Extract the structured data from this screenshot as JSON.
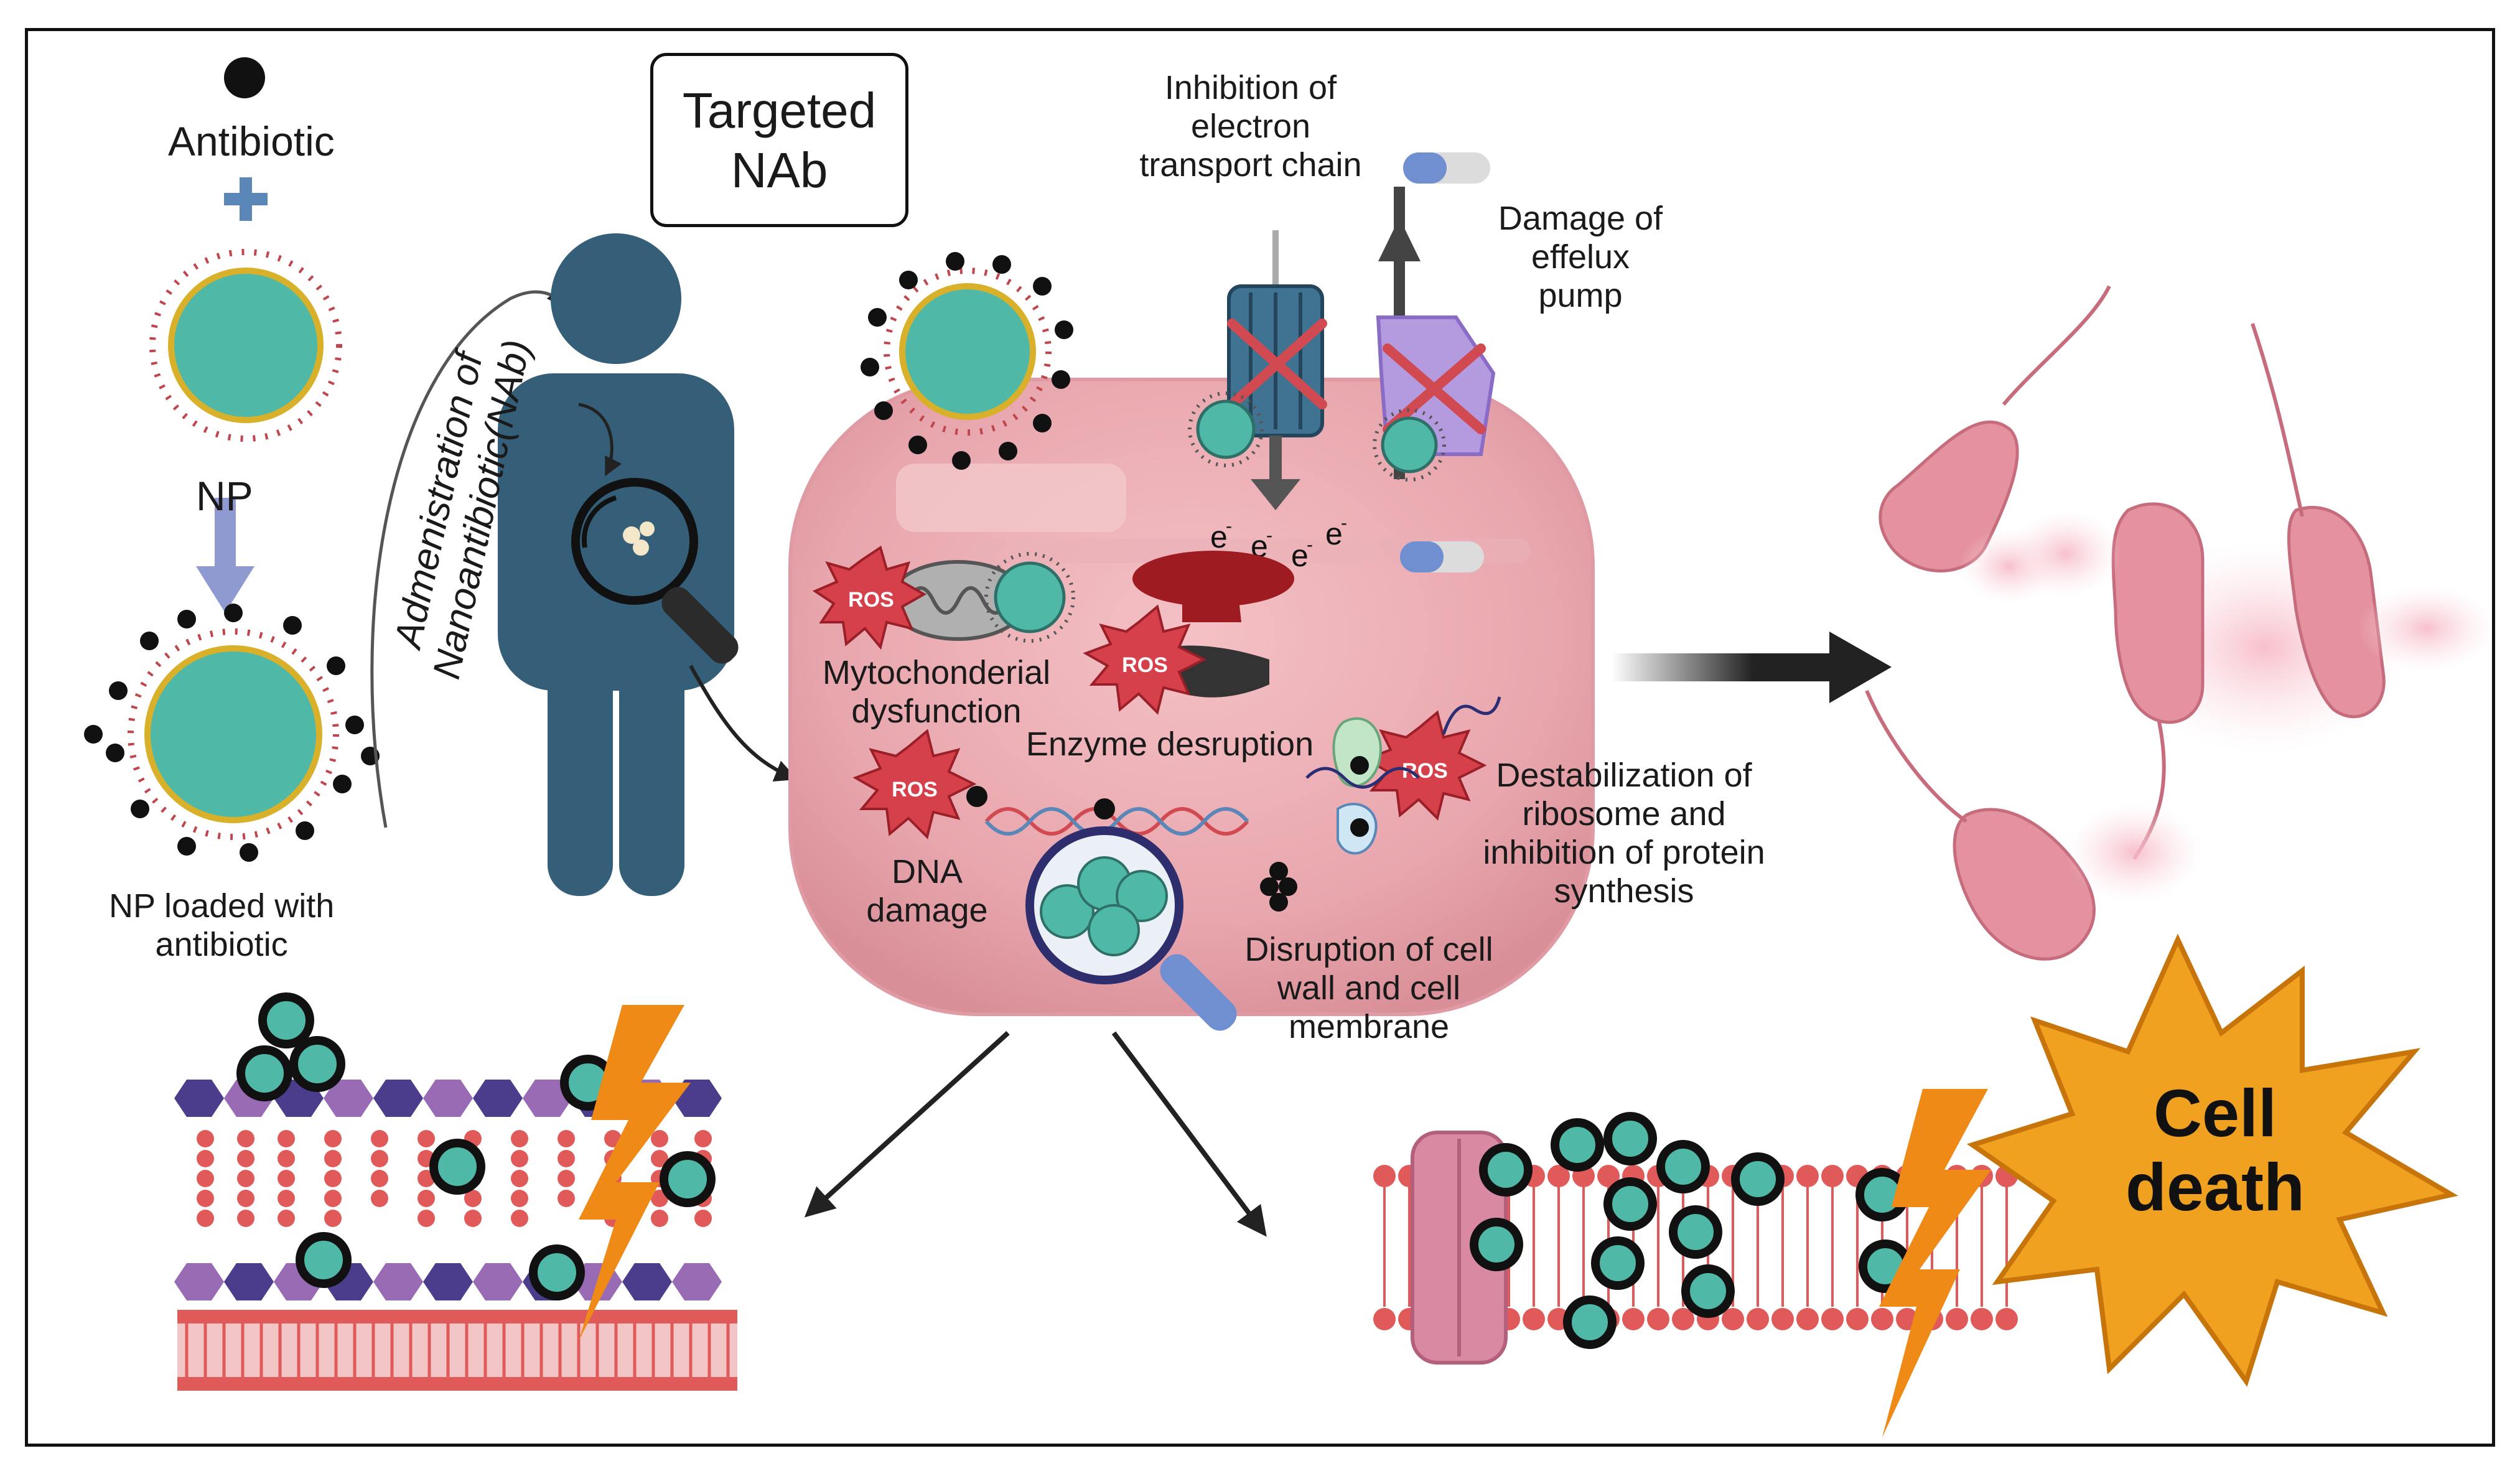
{
  "labels": {
    "antibiotic": "Antibiotic",
    "np": "NP",
    "np_loaded": "NP loaded with\nantibiotic",
    "targeted_nab": "Targeted\nNAb",
    "administration": "Admenistration of\nNanoantibiotic(NAb)",
    "inhibition_etc": "Inhibition of\nelectron\ntransport chain",
    "damage_efflux": "Damage of\neffelux\npump",
    "mito": "Mytochonderial\ndysfunction",
    "enzyme": "Enzyme desruption",
    "dna": "DNA\ndamage",
    "ribosome": "Destabilization of\nribosome and\ninhibition of protein\nsynthesis",
    "cellwall": "Disruption of cell\nwall and cell\nmembrane",
    "cell_death": "Cell\ndeath",
    "ros": "ROS",
    "electron": "e"
  },
  "colors": {
    "nanoparticle_core": "#4fb8a6",
    "antibiotic": "#111111",
    "person": "#355f78",
    "bacterium_body": "#e8a6ad",
    "bacteria_dead": "#e592a0",
    "ros_burst": "#d5404a",
    "lightning": "#ef8a17",
    "cell_death_star": "#f0a11f",
    "arrow": "#222222",
    "etc_channel": "#3f7391",
    "efflux_pump": "#b49be0",
    "enzyme": "#9e1b22",
    "membrane_head": "#e05a5a",
    "wall_hexagon_dark": "#4b3d8c",
    "wall_hexagon_light": "#9a6bb5",
    "pill_blue": "#6f8fd0"
  }
}
